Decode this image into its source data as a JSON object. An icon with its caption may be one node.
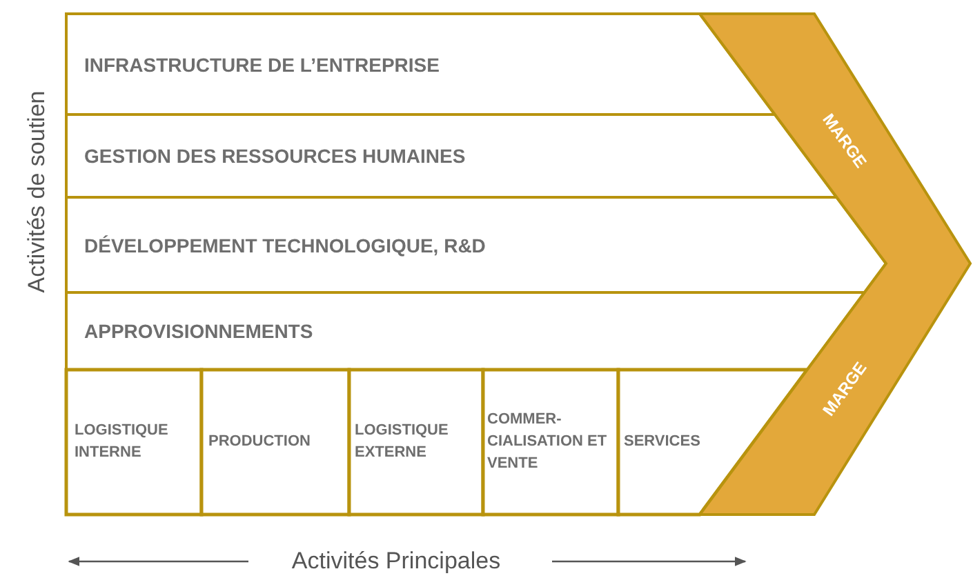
{
  "diagram": {
    "nodes": [
      {
        "text": [
          "INFRASTRUCTURE DE L’ENTREPRISE"
        ]
      },
      {
        "text": [
          "GESTION DES RESSOURCES HUMAINES"
        ]
      },
      {
        "text": [
          "DÉVELOPPEMENT TECHNOLOGIQUE, R&D"
        ]
      },
      {
        "text": [
          "APPROVISIONNEMENTS"
        ]
      },
      {
        "text": [
          "LOGISTIQUE INTERNE"
        ]
      },
      {
        "text": [
          "PRODUCTION"
        ]
      },
      {
        "text": [
          "LOGISTIQUE EXTERNE"
        ]
      },
      {
        "text": [
          "COMMER- CIALISATION ET VENTE"
        ]
      },
      {
        "text": [
          "SERVICES"
        ]
      },
      {
        "text": [
          "MARGE",
          "MARGE"
        ]
      }
    ],
    "labels": [
      "Activités de soutien",
      "Activités Principales"
    ]
  }
}
